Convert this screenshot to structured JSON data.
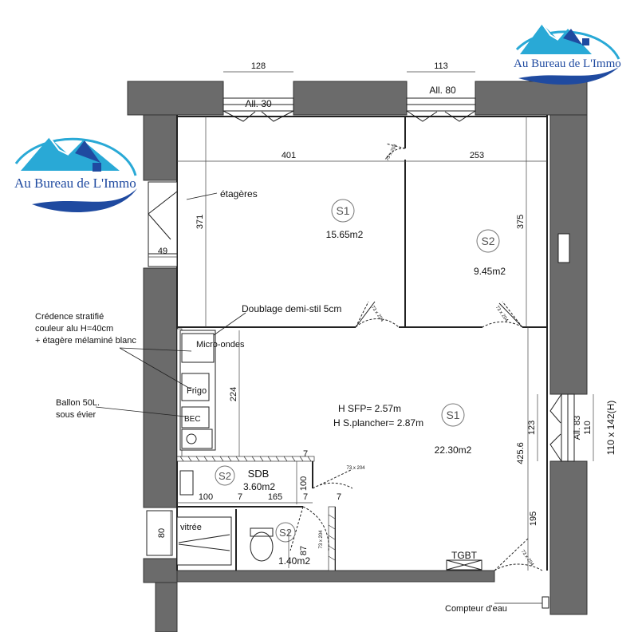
{
  "brand": {
    "name": "Au Bureau de L'Immo",
    "colors": {
      "blue": "#1f4aa0",
      "teal": "#29a9d6",
      "wall": "#6b6b6b"
    }
  },
  "rooms": {
    "chambre1": {
      "tag": "S1",
      "area": "15.65m2"
    },
    "chambre2": {
      "tag": "S2",
      "area": "9.45m2"
    },
    "sejour": {
      "tag": "S1",
      "area": "22.30m2",
      "h_sfp": "H SFP= 2.57m",
      "h_plancher": "H S.plancher= 2.87m"
    },
    "sdb": {
      "name": "SDB",
      "tag": "S2",
      "area": "3.60m2"
    },
    "wc": {
      "tag": "S2",
      "area": "1.40m2"
    }
  },
  "windows": {
    "w1": {
      "label": "All. 30",
      "dim": "128"
    },
    "w2": {
      "label": "All. 80",
      "dim": "113"
    },
    "w3": {
      "label": "All. 83",
      "dim": "110",
      "size": "110 x 142(H)"
    }
  },
  "dimensions": {
    "d401": "401",
    "d253": "253",
    "d371": "371",
    "d375": "375",
    "d49": "49",
    "d224": "224",
    "d425": "425.6",
    "d123": "123",
    "d195": "195",
    "d100a": "100",
    "d165": "165",
    "d100b": "100",
    "d80": "80",
    "d87": "87",
    "d7a": "7",
    "d7b": "7",
    "d7c": "7",
    "d7d": "7",
    "door73": "73 x 204"
  },
  "annotations": {
    "etageres": "étagères",
    "doublage": "Doublage demi-stil 5cm",
    "credence": [
      "Crédence stratifié",
      "couleur alu H=40cm",
      "+ étagère mélaminé blanc"
    ],
    "micro": "Micro-ondes",
    "frigo": "Frigo",
    "ballon": [
      "Ballon 50L.",
      "sous évier"
    ],
    "bec": "BEC",
    "vitree": "vitrée",
    "tgbt": "TGBT",
    "compteur": "Compteur d'eau"
  }
}
